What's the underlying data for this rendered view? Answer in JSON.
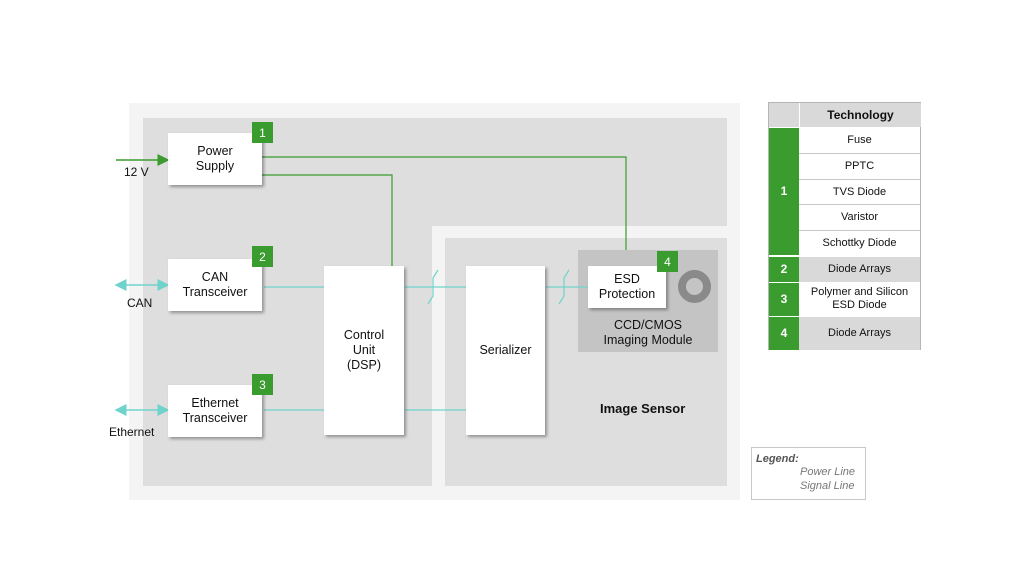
{
  "diagram": {
    "inputs": {
      "power": "12 V",
      "can": "CAN",
      "ethernet": "Ethernet"
    },
    "blocks": {
      "power_supply": "Power\nSupply",
      "can_transceiver": "CAN\nTransceiver",
      "ethernet_transceiver": "Ethernet\nTransceiver",
      "control_unit": "Control\nUnit\n(DSP)",
      "serializer": "Serializer",
      "esd_protection": "ESD\nProtection",
      "imaging_module": "CCD/CMOS\nImaging Module",
      "image_sensor": "Image Sensor"
    },
    "badges": {
      "power_supply": "1",
      "can_transceiver": "2",
      "ethernet_transceiver": "3",
      "esd_protection": "4"
    },
    "colors": {
      "power_line": "#3a9b2f",
      "signal_line": "#6fd3cc",
      "badge": "#3a9b2f"
    }
  },
  "technology_table": {
    "header": "Technology",
    "groups": [
      {
        "number": "1",
        "rows": [
          "Fuse",
          "PPTC",
          "TVS Diode",
          "Varistor",
          "Schottky Diode"
        ]
      },
      {
        "number": "2",
        "rows": [
          "Diode Arrays"
        ]
      },
      {
        "number": "3",
        "rows": [
          "Polymer and Silicon\nESD Diode"
        ]
      },
      {
        "number": "4",
        "rows": [
          "Diode Arrays"
        ]
      }
    ]
  },
  "legend": {
    "title": "Legend:",
    "power_line": "Power Line",
    "signal_line": "Signal Line"
  }
}
